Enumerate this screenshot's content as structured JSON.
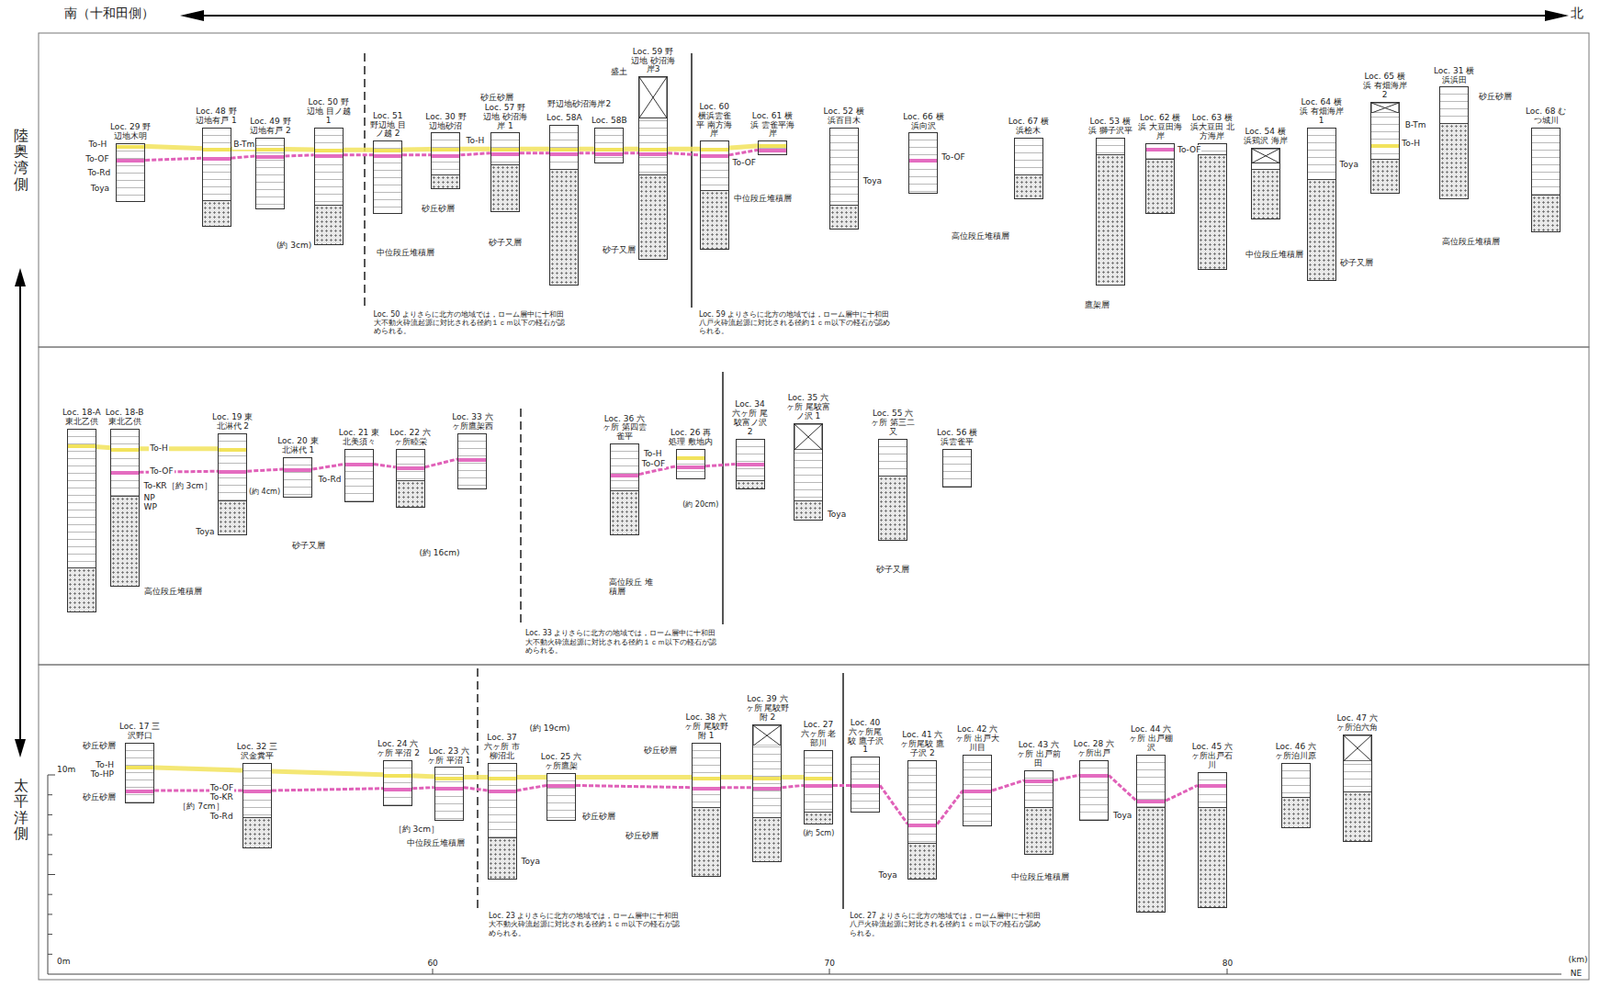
{
  "diagram": {
    "nodes": [
      {
        "text": [
          "Loc. 29 野辺地木明"
        ]
      },
      {
        "text": [
          "Loc. 48 野辺地有戸 1"
        ]
      },
      {
        "text": [
          "Loc. 49 野辺地有戸 2"
        ]
      },
      {
        "text": [
          "Loc. 50 野辺地 目ノ越 1"
        ]
      },
      {
        "text": [
          "Loc. 51 野辺地 目ノ越 2"
        ]
      },
      {
        "text": [
          "Loc. 30 野辺地砂沼"
        ]
      },
      {
        "text": [
          "Loc. 57 野辺地 砂沼海岸 1"
        ]
      },
      {
        "text": [
          "Loc. 58A"
        ]
      },
      {
        "text": [
          "Loc. 58B"
        ]
      },
      {
        "text": [
          "Loc. 59 野辺地 砂沼海岸3"
        ]
      },
      {
        "text": [
          "Loc. 60 横浜雲雀平 南方海岸"
        ]
      },
      {
        "text": [
          "Loc. 61 横浜 雲雀平海岸"
        ]
      },
      {
        "text": [
          "Loc. 52 横浜百目木"
        ]
      },
      {
        "text": [
          "Loc. 66 横浜向沢"
        ]
      },
      {
        "text": [
          "Loc. 67 横浜桧木"
        ]
      },
      {
        "text": [
          "Loc. 53 横浜 獅子沢平"
        ]
      },
      {
        "text": [
          "Loc. 62 横浜 大豆田海岸"
        ]
      },
      {
        "text": [
          "Loc. 63 横浜大豆田 北方海岸"
        ]
      },
      {
        "text": [
          "Loc. 54 横浜鶏沢 海岸"
        ]
      },
      {
        "text": [
          "Loc. 64 横浜 有畑海岸1"
        ]
      },
      {
        "text": [
          "Loc. 65 横浜 有畑海岸2"
        ]
      },
      {
        "text": [
          "Loc. 31 横浜浜田"
        ]
      },
      {
        "text": [
          "Loc. 68 むつ城川"
        ]
      },
      {
        "text": [
          "Loc. 18-A 東北乙供"
        ]
      },
      {
        "text": [
          "Loc. 18-B 東北乙供"
        ]
      },
      {
        "text": [
          "Loc. 19 東北淋代 2"
        ]
      },
      {
        "text": [
          "Loc. 20 東北淋代 1"
        ]
      },
      {
        "text": [
          "Loc. 21 東北美須々"
        ]
      },
      {
        "text": [
          "Loc. 22 六ヶ所睦栄"
        ]
      },
      {
        "text": [
          "Loc. 33 六ヶ所鷹架西"
        ]
      },
      {
        "text": [
          "Loc. 36 六ヶ所 第四雲雀平"
        ]
      },
      {
        "text": [
          "Loc. 26 再処理 敷地内"
        ]
      },
      {
        "text": [
          "Loc. 34 六ヶ所 尾駮富ノ沢 2"
        ]
      },
      {
        "text": [
          "Loc. 35 六ヶ所 尾駮富ノ沢 1"
        ]
      },
      {
        "text": [
          "Loc. 55 六ヶ所 第三二又"
        ]
      },
      {
        "text": [
          "Loc. 56 横浜雲雀平"
        ]
      },
      {
        "text": [
          "Loc. 17 三沢野口"
        ]
      },
      {
        "text": [
          "Loc. 32 三沢金糞平"
        ]
      },
      {
        "text": [
          "Loc. 24 六ヶ所 平沼 2"
        ]
      },
      {
        "text": [
          "Loc. 23 六ヶ所 平沼 1"
        ]
      },
      {
        "text": [
          "Loc. 37 六ヶ所 市柳沼北"
        ]
      },
      {
        "text": [
          "Loc. 25 六ヶ所鷹架"
        ]
      },
      {
        "text": [
          "Loc. 38 六ヶ所 尾駮野附 1"
        ]
      },
      {
        "text": [
          "Loc. 39 六ヶ所 尾駮野附 2"
        ]
      },
      {
        "text": [
          "Loc. 27 六ヶ所 老部川"
        ]
      },
      {
        "text": [
          "Loc. 40 六ヶ所尾駮 鷹子沢 1"
        ]
      },
      {
        "text": [
          "Loc. 41 六ヶ所尾駮 鷹子沢 2"
        ]
      },
      {
        "text": [
          "Loc. 42 六ヶ所 出戸大川目"
        ]
      },
      {
        "text": [
          "Loc. 43 六ヶ所 出戸前田"
        ]
      },
      {
        "text": [
          "Loc. 28 六ヶ所出戸"
        ]
      },
      {
        "text": [
          "Loc. 44 六ヶ所 出戸棚沢"
        ]
      },
      {
        "text": [
          "Loc. 45 六ヶ所出戸石川"
        ]
      },
      {
        "text": [
          "Loc. 46 六ヶ所泊川原"
        ]
      },
      {
        "text": [
          "Loc. 47 六ヶ所泊六角"
        ]
      }
    ],
    "edges": [
      {
        "from": 0,
        "to": 1,
        "arrow": "none"
      },
      {
        "from": 1,
        "to": 2,
        "arrow": "none"
      },
      {
        "from": 2,
        "to": 3,
        "arrow": "none"
      },
      {
        "from": 3,
        "to": 4,
        "arrow": "none"
      },
      {
        "from": 4,
        "to": 5,
        "arrow": "none"
      },
      {
        "from": 5,
        "to": 6,
        "arrow": "none"
      },
      {
        "from": 6,
        "to": 7,
        "arrow": "none"
      },
      {
        "from": 7,
        "to": 8,
        "arrow": "none"
      },
      {
        "from": 8,
        "to": 9,
        "arrow": "none"
      },
      {
        "from": 9,
        "to": 10,
        "arrow": "none"
      },
      {
        "from": 10,
        "to": 11,
        "arrow": "none"
      },
      {
        "from": 24,
        "to": 25,
        "arrow": "none"
      },
      {
        "from": 25,
        "to": 26,
        "arrow": "none"
      },
      {
        "from": 26,
        "to": 27,
        "arrow": "none"
      },
      {
        "from": 27,
        "to": 28,
        "arrow": "none"
      },
      {
        "from": 28,
        "to": 29,
        "arrow": "none"
      },
      {
        "from": 30,
        "to": 31,
        "arrow": "none"
      },
      {
        "from": 31,
        "to": 32,
        "arrow": "none"
      },
      {
        "from": 36,
        "to": 37,
        "arrow": "none"
      },
      {
        "from": 37,
        "to": 38,
        "arrow": "none"
      },
      {
        "from": 38,
        "to": 39,
        "arrow": "none"
      },
      {
        "from": 39,
        "to": 40,
        "arrow": "none"
      },
      {
        "from": 40,
        "to": 41,
        "arrow": "none"
      },
      {
        "from": 41,
        "to": 42,
        "arrow": "none"
      },
      {
        "from": 42,
        "to": 43,
        "arrow": "none"
      },
      {
        "from": 43,
        "to": 44,
        "arrow": "none"
      },
      {
        "from": 44,
        "to": 45,
        "arrow": "none"
      },
      {
        "from": 45,
        "to": 46,
        "arrow": "none"
      },
      {
        "from": 46,
        "to": 47,
        "arrow": "none"
      },
      {
        "from": 47,
        "to": 48,
        "arrow": "none"
      },
      {
        "from": 48,
        "to": 49,
        "arrow": "none"
      },
      {
        "from": 49,
        "to": 50,
        "arrow": "none"
      },
      {
        "from": 50,
        "to": 51,
        "arrow": "none"
      }
    ],
    "labels": [
      "南（十和田側）",
      "北",
      "陸奥湾側",
      "太平洋側",
      "To-H",
      "To-OF",
      "To-Rd",
      "Toya",
      "B-Tm",
      "To-H",
      "砂丘砂層",
      "盛土",
      "To-OF",
      "Toya",
      "To-OF",
      "To-OF",
      "Toya",
      "B-Tm",
      "To-H",
      "砂丘砂層",
      "(約 3cm)",
      "砂丘砂層",
      "中位段丘堆積層",
      "砂子又層",
      "砂子又層",
      "中位段丘堆積層",
      "高位段丘堆積層",
      "鷹架層",
      "中位段丘堆積層",
      "砂子又層",
      "高位段丘堆積層",
      "野辺地砂沼海岸2",
      "Loc. 50 よりさらに北方の地域では，ローム層中に十和田大不動火砕流起源に対比される径約１ｃｍ以下の軽石が認められる。",
      "Loc. 59 よりさらに北方の地域では，ローム層中に十和田八戸火砕流起源に対比される径約１ｃｍ以下の軽石が認められる。",
      "To-H",
      "To-OF",
      "To-KR［約 3cm］",
      "NP",
      "WP",
      "(約 4cm)",
      "Toya",
      "To-Rd",
      "砂子又層",
      "(約 16cm)",
      "高位段丘堆積層",
      "高位段丘 堆積層",
      "To-H",
      "To-OF",
      "(約 20cm)",
      "Toya",
      "砂子又層",
      "Loc. 33 よりさらに北方の地域では，ローム層中に十和田大不動火砕流起源に対比される径約１ｃｍ以下の軽石が認められる。",
      "砂丘砂層",
      "To-H",
      "To-HP",
      "砂丘砂層",
      "To-OF",
      "To-KR",
      "［約 7cm］",
      "To-Rd",
      "(約 19cm)",
      "［約 3cm］",
      "中位段丘堆積層",
      "砂丘砂層",
      "砂丘砂層",
      "砂丘砂層",
      "Toya",
      "(約 5cm)",
      "Toya",
      "中位段丘堆積層",
      "Toya",
      "Loc. 23 よりさらに北方の地域では，ローム層中に十和田大不動火砕流起源に対比される径約１ｃｍ以下の軽石が認められる。",
      "Loc. 27 よりさらに北方の地域では，ローム層中に十和田八戸火砕流起源に対比される径約１ｃｍ以下の軽石が認められる。",
      "10m",
      "0m",
      "60",
      "70",
      "80",
      "(km)",
      "NE"
    ]
  }
}
